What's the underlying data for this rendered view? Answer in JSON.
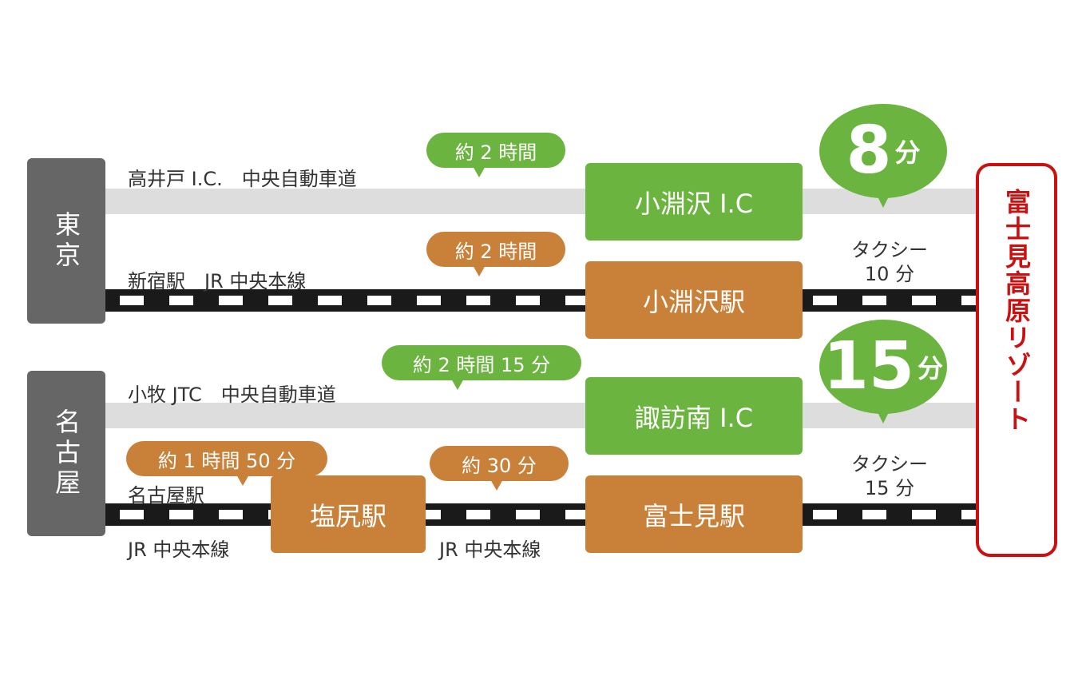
{
  "origins": {
    "tokyo": "東京",
    "nagoya": "名古屋"
  },
  "destination": "富士見高原リゾート",
  "routes": {
    "tokyo_highway": {
      "label": "高井戸 I.C.　中央自動車道",
      "time": "約 2 時間",
      "station": "小淵沢 I.C",
      "final_num": "8",
      "final_unit": "分"
    },
    "tokyo_rail": {
      "label": "新宿駅　JR 中央本線",
      "time": "約 2 時間",
      "station": "小淵沢駅",
      "taxi_line1": "タクシー",
      "taxi_line2": "10 分"
    },
    "nagoya_highway": {
      "label": "小牧 JTC　中央自動車道",
      "time": "約 2 時間 15 分",
      "station": "諏訪南 I.C",
      "final_num": "15",
      "final_unit": "分"
    },
    "nagoya_rail": {
      "label_top": "名古屋駅",
      "label_bottom_1": "JR 中央本線",
      "time_1": "約 1 時間 50 分",
      "transfer": "塩尻駅",
      "time_2": "約 30 分",
      "label_bottom_2": "JR 中央本線",
      "station": "富士見駅",
      "taxi_line1": "タクシー",
      "taxi_line2": "15 分"
    }
  },
  "colors": {
    "highway": "#6ab43f",
    "rail": "#c9813a",
    "origin": "#666666",
    "destination": "#cc1010",
    "road": "#dddddd"
  }
}
